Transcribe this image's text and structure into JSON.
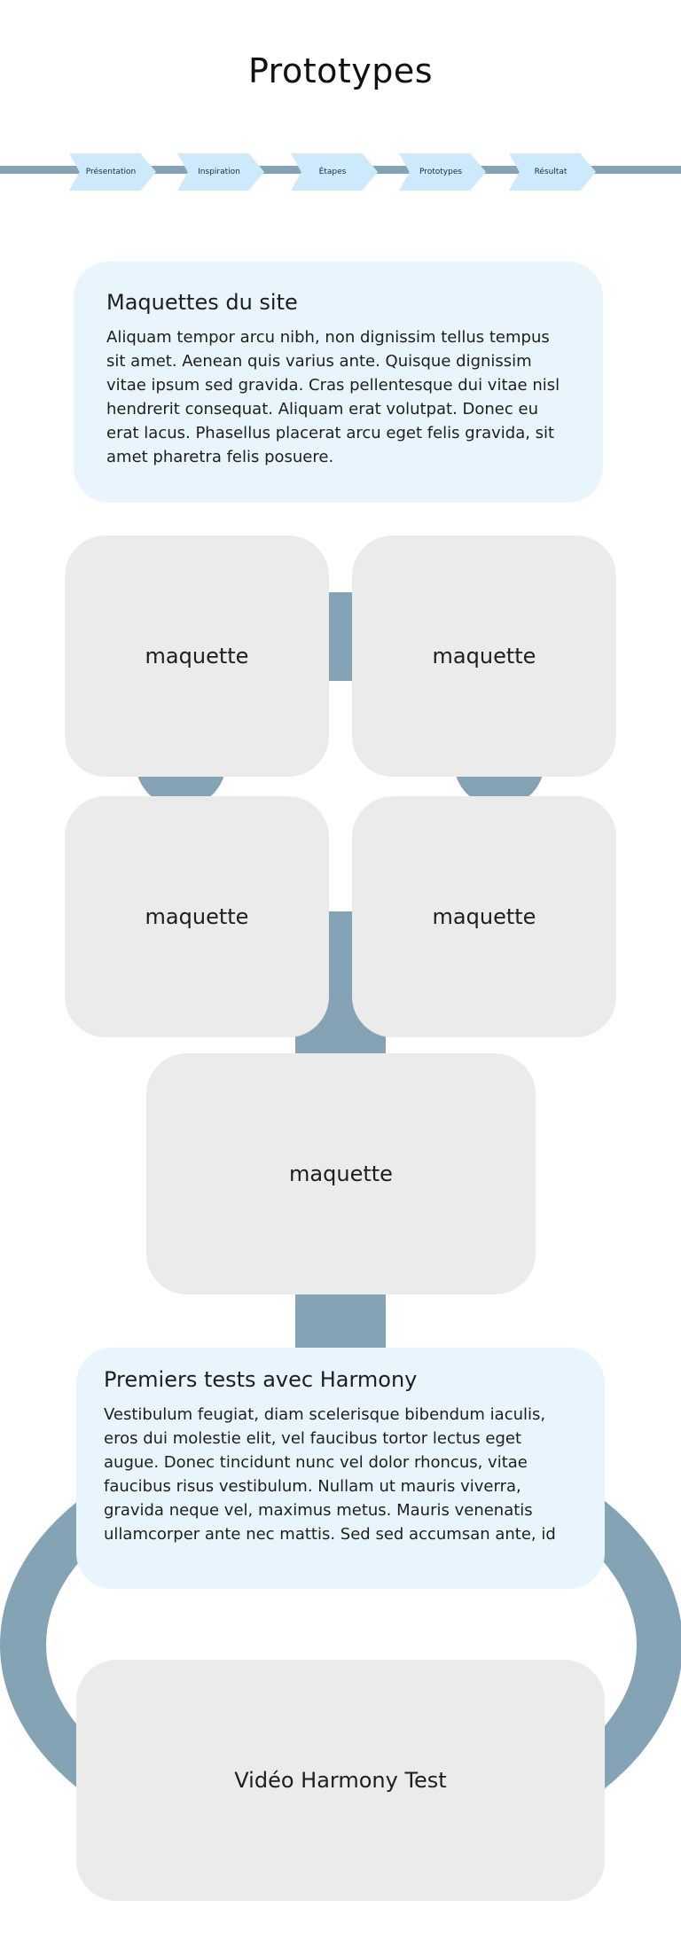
{
  "page_title": "Prototypes",
  "steps": [
    {
      "label": "Présentation"
    },
    {
      "label": "Inspiration"
    },
    {
      "label": "Étapes"
    },
    {
      "label": "Prototypes"
    },
    {
      "label": "Résultat"
    }
  ],
  "intro": {
    "title": "Maquettes du site",
    "body": "Aliquam tempor arcu nibh, non dignissim tellus tempus sit amet. Aenean quis varius ante. Quisque dignissim vitae ipsum sed gravida. Cras pellentesque dui vitae nisl hendrerit consequat. Aliquam erat volutpat. Donec eu erat lacus. Phasellus placerat arcu eget felis gravida, sit amet pharetra felis posuere."
  },
  "mockups": [
    {
      "label": "maquette"
    },
    {
      "label": "maquette"
    },
    {
      "label": "maquette"
    },
    {
      "label": "maquette"
    },
    {
      "label": "maquette"
    }
  ],
  "tests": {
    "title": "Premiers tests avec Harmony",
    "body": "Vestibulum feugiat, diam scelerisque bibendum iaculis, eros dui molestie elit, vel faucibus tortor lectus eget augue. Donec tincidunt nunc vel dolor rhoncus, vitae faucibus risus vestibulum. Nullam ut mauris viverra, gravida neque vel, maximus metus. Mauris venenatis ullamcorper ante nec mattis. Sed sed accumsan ante, id"
  },
  "video": {
    "label": "Vidéo Harmony Test"
  },
  "colors": {
    "connector": "#84a3b4",
    "step_fill": "#cdeafc",
    "text_card": "#e9f5fc",
    "mock_card": "#ebebeb"
  }
}
